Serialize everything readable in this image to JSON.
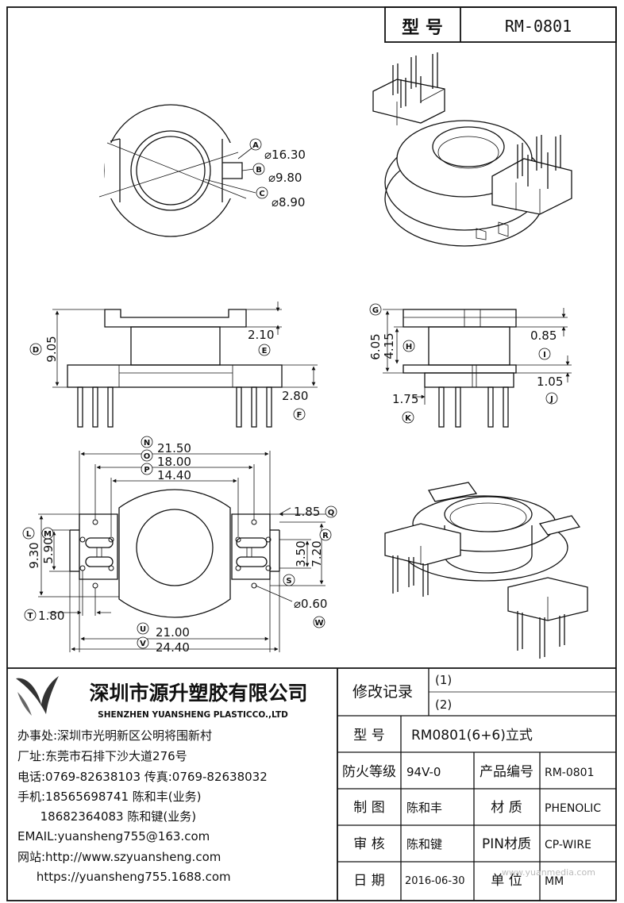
{
  "header": {
    "model_label": "型 号",
    "model_value": "RM-0801"
  },
  "diagram": {
    "top_view": {
      "callouts": [
        {
          "letter": "A",
          "value": "⌀16.30"
        },
        {
          "letter": "B",
          "value": "⌀9.80"
        },
        {
          "letter": "C",
          "value": "⌀8.90"
        }
      ]
    },
    "front_view": {
      "dims": [
        {
          "letter": "D",
          "value": "9.05"
        },
        {
          "letter": "E",
          "value": "2.10"
        },
        {
          "letter": "F",
          "value": "2.80"
        }
      ]
    },
    "side_view": {
      "dims": [
        {
          "letter": "G",
          "value": "6.05"
        },
        {
          "letter": "H",
          "value": "4.15"
        },
        {
          "letter": "I",
          "value": "0.85"
        },
        {
          "letter": "J",
          "value": "1.05"
        },
        {
          "letter": "K",
          "value": "1.75"
        }
      ]
    },
    "bottom_view": {
      "dims": [
        {
          "letter": "N",
          "value": "21.50"
        },
        {
          "letter": "O",
          "value": "18.00"
        },
        {
          "letter": "P",
          "value": "14.40"
        },
        {
          "letter": "L",
          "value": "9.30"
        },
        {
          "letter": "M",
          "value": "5.90"
        },
        {
          "letter": "Q",
          "value": "1.85"
        },
        {
          "letter": "R",
          "value": "7.20"
        },
        {
          "letter": "S",
          "value": "3.50"
        },
        {
          "letter": "T",
          "value": "1.80"
        },
        {
          "letter": "U",
          "value": "21.00"
        },
        {
          "letter": "V",
          "value": "24.40"
        },
        {
          "letter": "W",
          "value": "⌀0.60"
        }
      ]
    }
  },
  "company": {
    "name_cn": "深圳市源升塑胶有限公司",
    "name_en": "SHENZHEN YUANSHENG PLASTICCO.,LTD",
    "contact_lines": [
      "办事处:深圳市光明新区公明将围新村",
      "厂址:东莞市石排下沙大道276号",
      "电话:0769-82638103 传真:0769-82638032",
      "手机:18565698741 陈和丰(业务)",
      "      18682364083 陈和键(业务)",
      "EMAIL:yuansheng755@163.com",
      "网站:http://www.szyuansheng.com",
      "     https://yuansheng755.1688.com"
    ]
  },
  "title_block": {
    "revision_label": "修改记录",
    "revision_rows": [
      "(1)",
      "(2)"
    ],
    "model_label": "型 号",
    "model_value": "RM0801(6+6)立式",
    "fire_label": "防火等级",
    "fire_value": "94V-0",
    "product_no_label": "产品编号",
    "product_no_value": "RM-0801",
    "drawn_label": "制 图",
    "drawn_value": "陈和丰",
    "material_label": "材 质",
    "material_value": "PHENOLIC",
    "review_label": "审 核",
    "review_value": "陈和键",
    "pin_material_label": "PIN材质",
    "pin_material_value": "CP-WIRE",
    "date_label": "日 期",
    "date_value": "2016-06-30",
    "unit_label": "单 位",
    "unit_value": "MM"
  },
  "watermark": "www.yuanmedia.com"
}
